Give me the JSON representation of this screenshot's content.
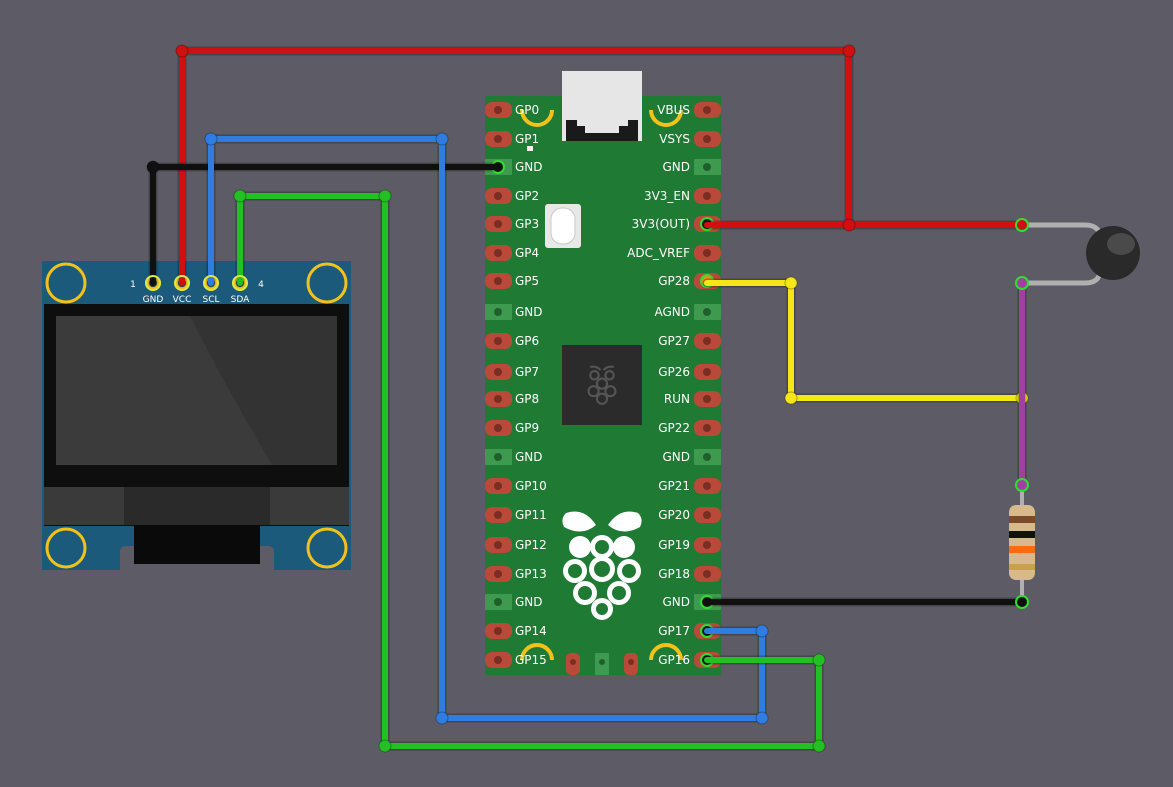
{
  "pico": {
    "left_pins": [
      "GP0",
      "GP1",
      "GND",
      "GP2",
      "GP3",
      "GP4",
      "GP5",
      "GND",
      "GP6",
      "GP7",
      "GP8",
      "GP9",
      "GND",
      "GP10",
      "GP11",
      "GP12",
      "GP13",
      "GND",
      "GP14",
      "GP15"
    ],
    "right_pins": [
      "VBUS",
      "VSYS",
      "GND",
      "3V3_EN",
      "3V3(OUT)",
      "ADC_VREF",
      "GP28",
      "AGND",
      "GP27",
      "GP26",
      "RUN",
      "GP22",
      "GND",
      "GP21",
      "GP20",
      "GP19",
      "GP18",
      "GND",
      "GP17",
      "GP16"
    ]
  },
  "oled": {
    "pins": [
      "GND",
      "VCC",
      "SCL",
      "SDA"
    ],
    "pin_first": "1",
    "pin_last": "4"
  },
  "colors": {
    "background": "#5d5c66",
    "pico_board": "#1f7a34",
    "oled_pcb": "#1b5a7a",
    "wire_red": "#d01010",
    "wire_black": "#101010",
    "wire_blue": "#2f7de0",
    "wire_green": "#22c022",
    "wire_yellow": "#f5e615",
    "wire_purple": "#a040a0",
    "mount_hole": "#f2c21a"
  },
  "components": [
    "raspberry-pi-pico",
    "ssd1306-oled",
    "ntc-thermistor",
    "resistor"
  ]
}
